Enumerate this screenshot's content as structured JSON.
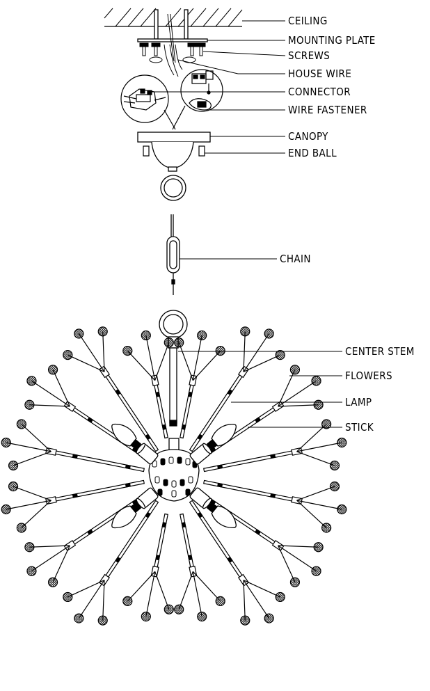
{
  "diagram": {
    "labels": {
      "ceiling": "CEILING",
      "mounting_plate": "MOUNTING PLATE",
      "screws": "SCREWS",
      "house_wire": "HOUSE WIRE",
      "connector": "CONNECTOR",
      "wire_fastener": "WIRE FASTENER",
      "canopy": "CANOPY",
      "end_ball": "END BALL",
      "chain": "CHAIN",
      "center_stem": "CENTER STEM",
      "flowers": "FLOWERS",
      "lamp": "LAMP",
      "stick": "STICK"
    },
    "arm_count": 16,
    "lamp_count": 4,
    "colors": {
      "line": "#000000",
      "background": "#ffffff"
    }
  }
}
